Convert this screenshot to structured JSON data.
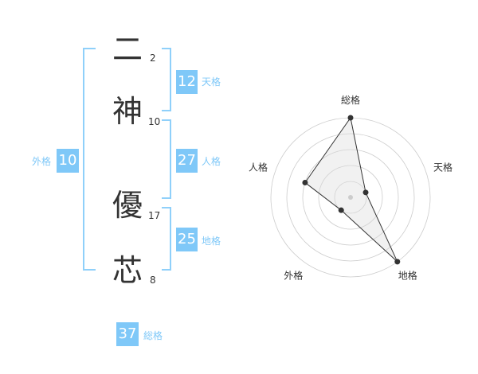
{
  "name": {
    "characters": [
      {
        "char": "二",
        "strokes": "2"
      },
      {
        "char": "神",
        "strokes": "10"
      },
      {
        "char": "優",
        "strokes": "17"
      },
      {
        "char": "芯",
        "strokes": "8"
      }
    ]
  },
  "fortune": {
    "tenkaku": {
      "value": "12",
      "label": "天格"
    },
    "jinkaku": {
      "value": "27",
      "label": "人格"
    },
    "chikaku": {
      "value": "25",
      "label": "地格"
    },
    "gaikaku": {
      "value": "10",
      "label": "外格"
    },
    "soukaku": {
      "value": "37",
      "label": "総格"
    }
  },
  "colors": {
    "accent": "#7fc8f8",
    "text": "#333333",
    "grid": "#cccccc"
  },
  "chart_data": {
    "type": "radar",
    "categories": [
      "総格",
      "天格",
      "地格",
      "外格",
      "人格"
    ],
    "values": [
      5,
      1,
      5,
      1,
      3
    ],
    "rlim": [
      0,
      5
    ],
    "grid": true
  }
}
